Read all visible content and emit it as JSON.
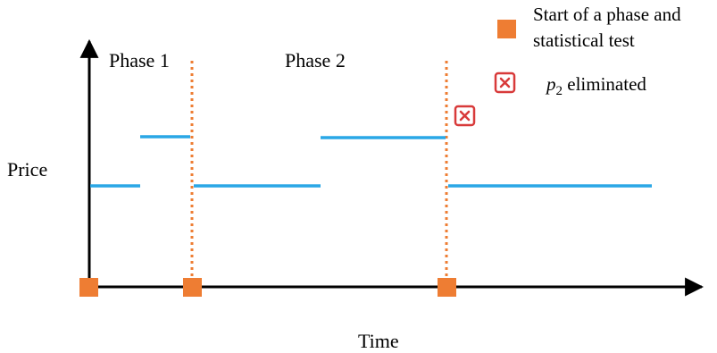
{
  "labels": {
    "phase1": "Phase 1",
    "phase2": "Phase 2",
    "price": "Price",
    "time": "Time"
  },
  "legend": {
    "start_line1": "Start of a phase and",
    "start_line2": "statistical test",
    "elim_var": "p",
    "elim_sub": "2",
    "elim_text": " eliminated"
  },
  "colors": {
    "price_line": "#2aa7e6",
    "phase_marker": "#ee7d33",
    "eliminated": "#d83a3a",
    "axis": "#000000"
  },
  "icons": {
    "start": "orange-square-icon",
    "eliminated": "red-boxed-x-icon"
  }
}
